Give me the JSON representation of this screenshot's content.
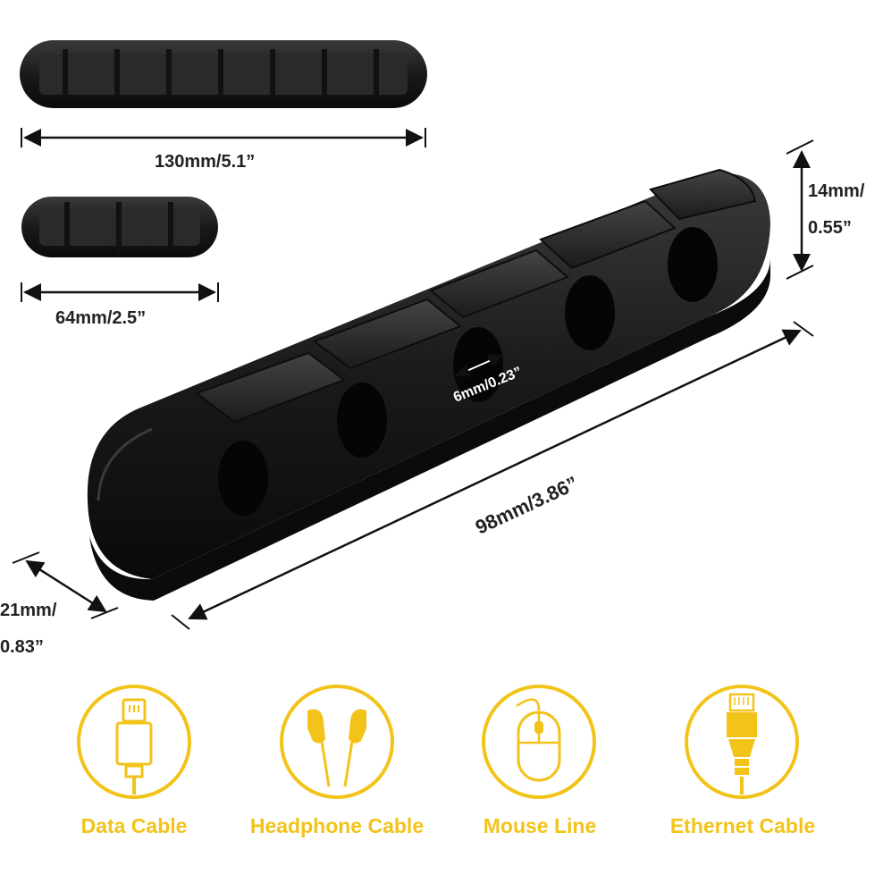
{
  "colors": {
    "accent": "#F2C319",
    "product": "#1a1a1a",
    "dimension_line": "#111111",
    "label_text": "#222222"
  },
  "dimensions": {
    "long_length": "130mm/5.1”",
    "short_length": "64mm/2.5”",
    "height_line1": "14mm/",
    "height_line2": "0.55”",
    "hole": "6mm/0.23”",
    "main_length": "98mm/3.86”",
    "width_line1": "21mm/",
    "width_line2": "0.83”"
  },
  "cable_types": [
    {
      "label": "Data Cable",
      "icon": "usb-connector-icon"
    },
    {
      "label": "Headphone Cable",
      "icon": "earphones-icon"
    },
    {
      "label": "Mouse Line",
      "icon": "mouse-icon"
    },
    {
      "label": "Ethernet Cable",
      "icon": "ethernet-connector-icon"
    }
  ]
}
